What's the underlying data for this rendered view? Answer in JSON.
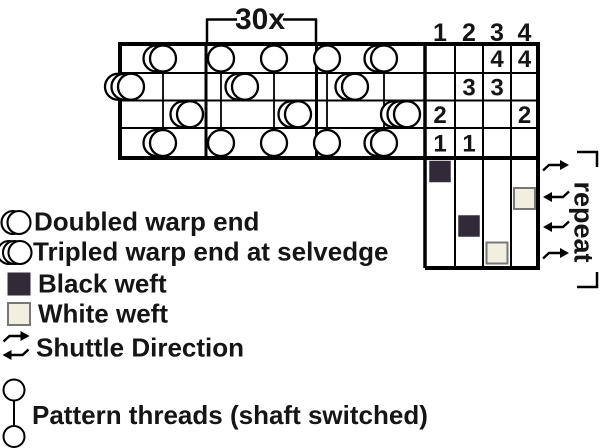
{
  "repeat_marker": {
    "label": "30x"
  },
  "tie_up": {
    "column_headers": [
      "1",
      "2",
      "3",
      "4"
    ],
    "rows": [
      {
        "shaft": 4,
        "cells": [
          "",
          "",
          "4",
          "4"
        ]
      },
      {
        "shaft": 3,
        "cells": [
          "",
          "3",
          "3",
          ""
        ]
      },
      {
        "shaft": 2,
        "cells": [
          "2",
          "",
          "",
          "2"
        ]
      },
      {
        "shaft": 1,
        "cells": [
          "1",
          "1",
          "",
          ""
        ]
      }
    ]
  },
  "threading": {
    "ends": [
      {
        "style": "tripled",
        "shaft": 3,
        "pattern": false
      },
      {
        "style": "doubled",
        "shaft": "4+1",
        "pattern": true
      },
      {
        "style": "doubled",
        "shaft": 2,
        "pattern": false
      },
      {
        "style": "single",
        "shaft": "4+1",
        "pattern": true
      },
      {
        "style": "doubled",
        "shaft": 3,
        "pattern": false
      },
      {
        "style": "single",
        "shaft": "4+1",
        "pattern": true
      },
      {
        "style": "doubled",
        "shaft": 2,
        "pattern": false
      },
      {
        "style": "single",
        "shaft": "4+1",
        "pattern": true
      },
      {
        "style": "doubled",
        "shaft": 3,
        "pattern": false
      },
      {
        "style": "doubled",
        "shaft": "4+1",
        "pattern": true
      },
      {
        "style": "tripled",
        "shaft": 2,
        "pattern": false
      }
    ]
  },
  "treadling": {
    "picks": [
      {
        "treadle": 1,
        "weft": "black",
        "direction": "right"
      },
      {
        "treadle": 4,
        "weft": "white",
        "direction": "left"
      },
      {
        "treadle": 2,
        "weft": "black",
        "direction": "left"
      },
      {
        "treadle": 3,
        "weft": "white",
        "direction": "right"
      }
    ],
    "repeat_label": "repeat"
  },
  "legend": {
    "items": [
      {
        "icon": "doubled-warp-icon",
        "label": "Doubled warp end"
      },
      {
        "icon": "tripled-warp-icon",
        "label": "Tripled warp end at selvedge"
      },
      {
        "icon": "black-weft-icon",
        "label": "Black weft"
      },
      {
        "icon": "white-weft-icon",
        "label": "White weft"
      },
      {
        "icon": "shuttle-direction-icon",
        "label": "Shuttle Direction"
      },
      {
        "icon": "pattern-threads-icon",
        "label": "Pattern threads (shaft switched)"
      }
    ]
  },
  "colors": {
    "black_weft": "#312a38",
    "white_weft": "#f0efe0",
    "white_weft_border": "#777777",
    "line": "#000000"
  }
}
